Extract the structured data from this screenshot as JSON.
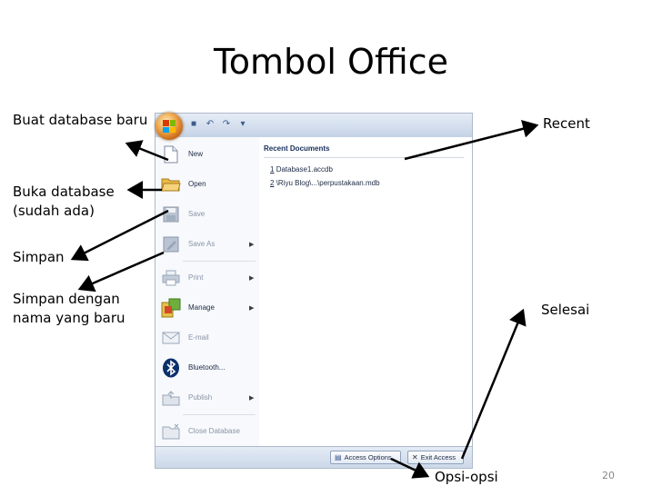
{
  "slide": {
    "title": "Tombol Office",
    "slide_number": "20"
  },
  "annotations": {
    "buat_database_baru": "Buat database baru",
    "buka_database_line1": "Buka database",
    "buka_database_line2": "(sudah ada)",
    "simpan": "Simpan",
    "simpan_dengan_line1": "Simpan dengan",
    "simpan_dengan_line2": "nama yang baru",
    "recent": "Recent",
    "selesai": "Selesai",
    "opsi_opsi": "Opsi-opsi"
  },
  "office_menu": {
    "items": [
      {
        "label": "New",
        "icon": "new-document-icon",
        "has_submenu": false,
        "enabled": true
      },
      {
        "label": "Open",
        "icon": "open-folder-icon",
        "has_submenu": false,
        "enabled": true
      },
      {
        "label": "Save",
        "icon": "save-disk-icon",
        "has_submenu": false,
        "enabled": false
      },
      {
        "label": "Save As",
        "icon": "save-as-icon",
        "has_submenu": true,
        "enabled": false
      },
      {
        "label": "Print",
        "icon": "print-icon",
        "has_submenu": true,
        "enabled": false
      },
      {
        "label": "Manage",
        "icon": "manage-icon",
        "has_submenu": true,
        "enabled": true
      },
      {
        "label": "E-mail",
        "icon": "email-icon",
        "has_submenu": false,
        "enabled": false
      },
      {
        "label": "Bluetooth...",
        "icon": "bluetooth-icon",
        "has_submenu": false,
        "enabled": true
      },
      {
        "label": "Publish",
        "icon": "publish-icon",
        "has_submenu": true,
        "enabled": false
      },
      {
        "label": "Close Database",
        "icon": "close-database-icon",
        "has_submenu": false,
        "enabled": false
      }
    ]
  },
  "recent_documents": {
    "heading": "Recent Documents",
    "items": [
      {
        "number": "1",
        "name": "Database1.accdb"
      },
      {
        "number": "2",
        "name": "\\Riyu Blog\\...\\perpustakaan.mdb"
      }
    ]
  },
  "bottom_buttons": {
    "access_options": "Access Options",
    "exit_access": "Exit Access"
  },
  "colors": {
    "office_button": "#e07a1f",
    "arrow": "#000000"
  }
}
